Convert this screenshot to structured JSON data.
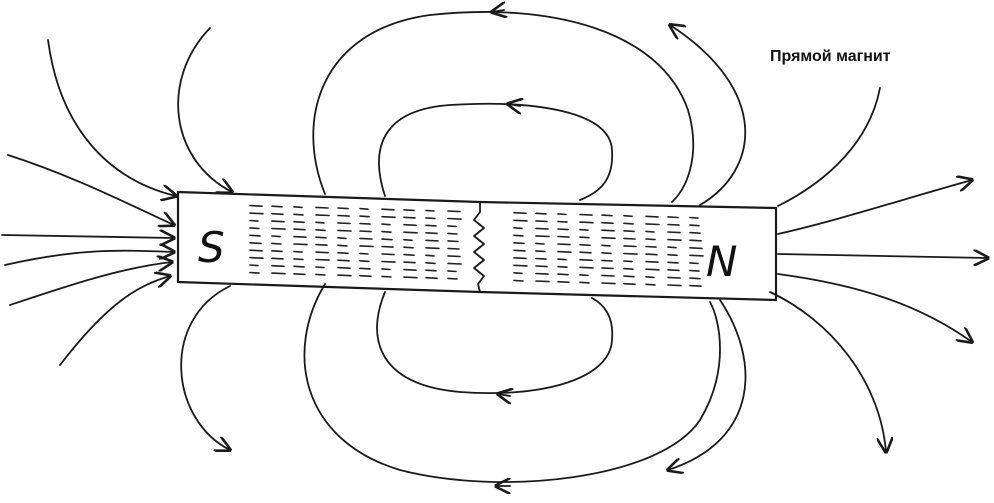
{
  "diagram": {
    "title": "Прямой магнит",
    "south_label": "S",
    "north_label": "N"
  }
}
